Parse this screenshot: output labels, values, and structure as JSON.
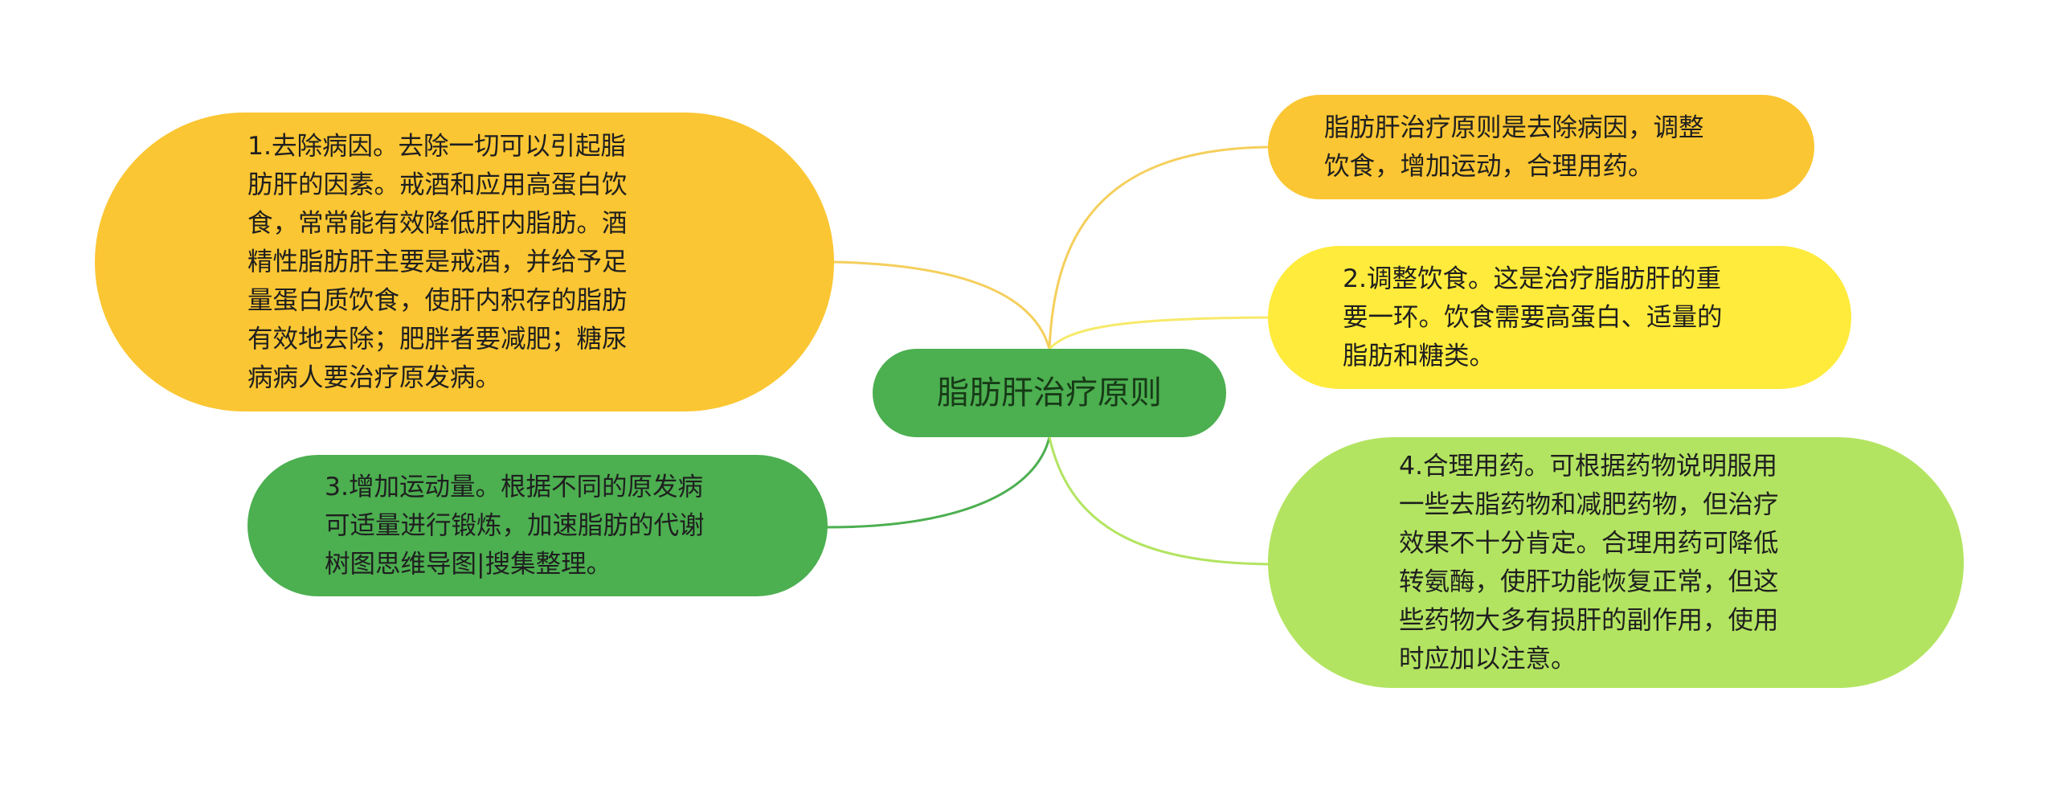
{
  "mindmap": {
    "center": {
      "label": "脂肪肝治疗原则",
      "color": "#4caf50"
    },
    "branches": [
      {
        "id": "node-1",
        "text": "1.去除病因。去除一切可以引起脂\n肪肝的因素。戒酒和应用高蛋白饮\n食，常常能有效降低肝内脂肪。酒\n精性脂肪肝主要是戒酒，并给予足\n量蛋白质饮食，使肝内积存的脂肪\n有效地去除；肥胖者要减肥；糖尿\n病病人要治疗原发病。",
        "color": "#fbc633",
        "link_color": "#f5cf5c"
      },
      {
        "id": "node-3",
        "text": "3.增加运动量。根据不同的原发病\n可适量进行锻炼，加速脂肪的代谢\n树图思维导图|搜集整理。",
        "color": "#4caf50",
        "link_color": "#4caf50"
      },
      {
        "id": "node-summary",
        "text": "脂肪肝治疗原则是去除病因，调整\n饮食，增加运动，合理用药。",
        "color": "#fbc633",
        "link_color": "#f5cf5c"
      },
      {
        "id": "node-2",
        "text": "2.调整饮食。这是治疗脂肪肝的重\n要一环。饮食需要高蛋白、适量的\n脂肪和糖类。",
        "color": "#ffeb3b",
        "link_color": "#f7ea6a"
      },
      {
        "id": "node-4",
        "text": "4.合理用药。可根据药物说明服用\n一些去脂药物和减肥药物，但治疗\n效果不十分肯定。合理用药可降低\n转氨酶，使肝功能恢复正常，但这\n些药物大多有损肝的副作用，使用\n时应加以注意。",
        "color": "#b3e461",
        "link_color": "#b3e461"
      }
    ]
  }
}
